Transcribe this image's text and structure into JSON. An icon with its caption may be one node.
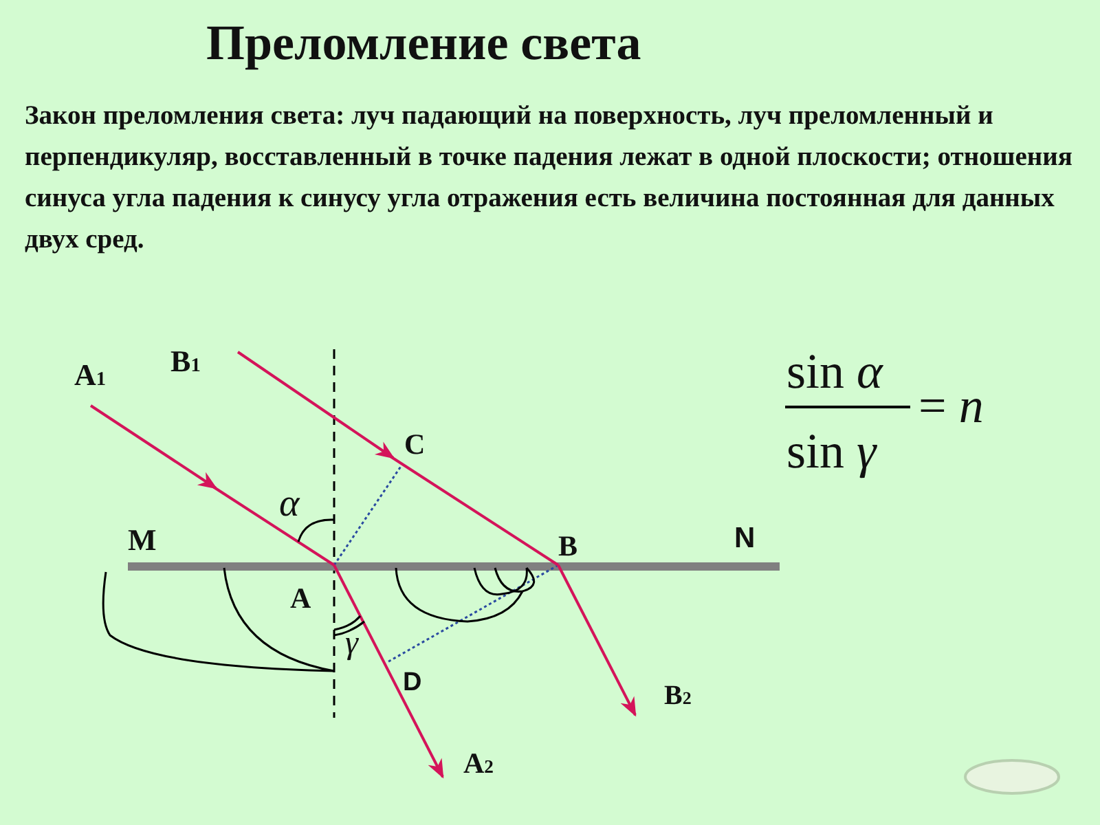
{
  "diagram": {
    "title": "Преломление света",
    "labels": [
      "Закон преломления света: луч падающий на поверхность, луч преломленный и перпендикуляр, восставленный в точке падения лежат в одной плоскости; отношения синуса угла падения к синусу угла отражения есть величина постоянная для данных двух сред.",
      "B$_{1}$",
      "A$_{1}$",
      "C",
      "α",
      "M",
      "B",
      "N",
      "A",
      "γ",
      "D",
      "B$_{2}$",
      "A$_{2}$",
      "sin *α*",
      "sin *γ*",
      "= *n*"
    ]
  }
}
